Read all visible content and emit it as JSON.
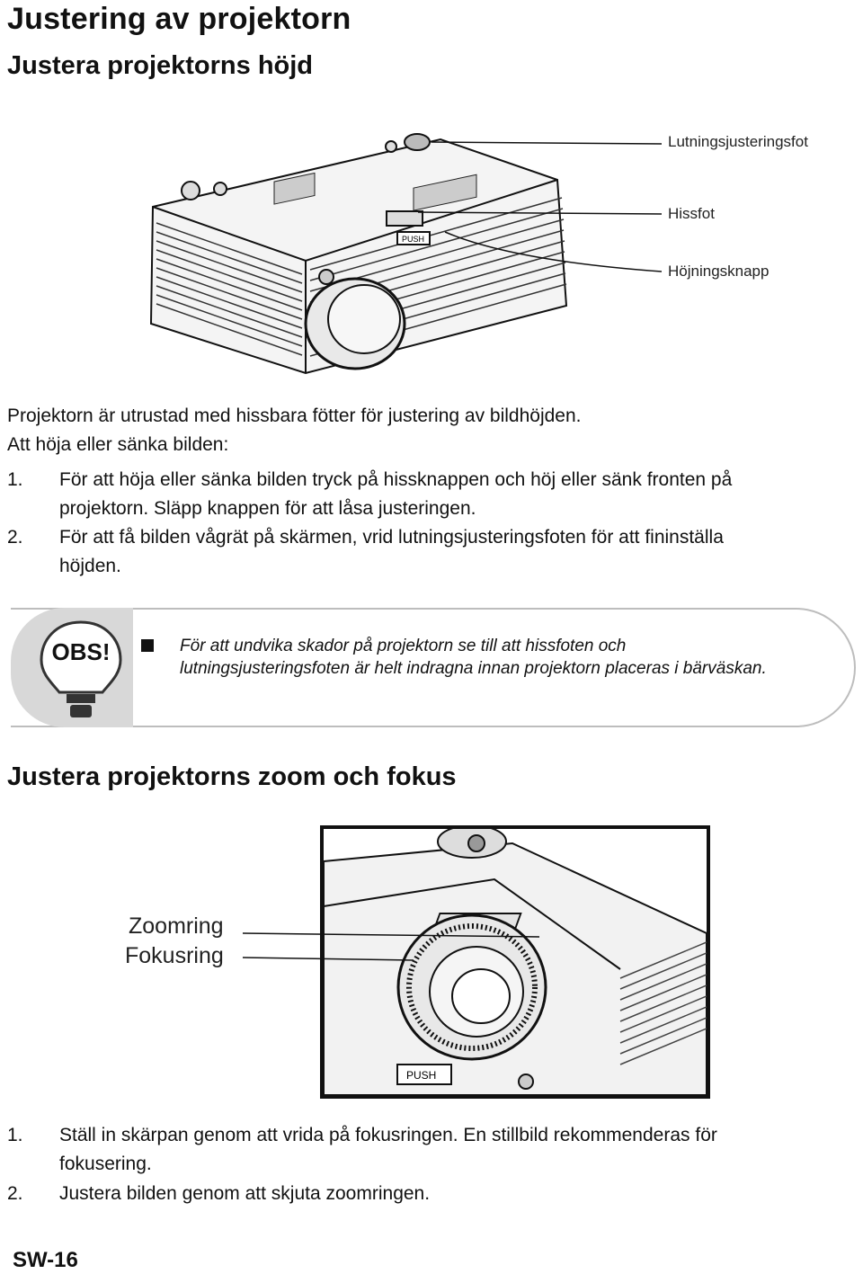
{
  "page": {
    "title": "Justering av projektorn",
    "footer": "SW-16"
  },
  "height_section": {
    "heading": "Justera projektorns höjd",
    "callouts": [
      "Lutningsjusteringsfot",
      "Hissfot",
      "Höjningsknapp"
    ],
    "push_label": "PUSH",
    "intro_line1": "Projektorn är utrustad med hissbara fötter för justering av bildhöjden.",
    "intro_line2": "Att höja eller sänka bilden:",
    "steps": [
      {
        "num": "1.",
        "line1": "För att höja eller sänka bilden tryck på hissknappen och höj eller sänk fronten på",
        "line2": "projektorn. Släpp knappen för att låsa justeringen."
      },
      {
        "num": "2.",
        "line1": "För att få bilden vågrät på skärmen, vrid lutningsjusteringsfoten för att fininställa",
        "line2": "höjden."
      }
    ]
  },
  "note": {
    "badge": "OBS!",
    "line1": "För att undvika skador på projektorn se till att hissfoten och",
    "line2": "lutningsjusteringsfoten är helt indragna innan projektorn placeras i bärväskan."
  },
  "zoom_section": {
    "heading": "Justera projektorns zoom och fokus",
    "callouts": [
      "Zoomring",
      "Fokusring"
    ],
    "push_label": "PUSH",
    "steps": [
      {
        "num": "1.",
        "line1": "Ställ in skärpan genom att vrida på fokusringen. En stillbild rekommenderas för",
        "line2": "fokusering."
      },
      {
        "num": "2.",
        "line1": "Justera bilden genom att skjuta zoomringen.",
        "line2": ""
      }
    ]
  }
}
